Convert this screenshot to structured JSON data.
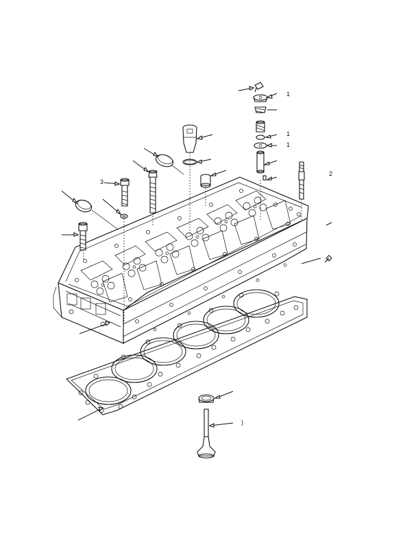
{
  "figure": {
    "callouts": [
      {
        "id": "valve-stem-tip",
        "text": ""
      },
      {
        "id": "rotator",
        "text": "1"
      },
      {
        "id": "spring-top",
        "text": ""
      },
      {
        "id": "keeper",
        "text": "1"
      },
      {
        "id": "spring-seat",
        "text": "1"
      },
      {
        "id": "valve-guide",
        "text": ""
      },
      {
        "id": "dowel",
        "text": ""
      },
      {
        "id": "injector-sleeve",
        "text": ""
      },
      {
        "id": "oring",
        "text": ""
      },
      {
        "id": "plug-cup-center",
        "text": ""
      },
      {
        "id": "cup-plug-top",
        "text": ""
      },
      {
        "id": "long-bolt",
        "text": ""
      },
      {
        "id": "flange-bolt",
        "text": "3"
      },
      {
        "id": "expansion-plug",
        "text": ""
      },
      {
        "id": "washer",
        "text": ""
      },
      {
        "id": "short-bolt",
        "text": ""
      },
      {
        "id": "glow-stud",
        "text": "2"
      },
      {
        "id": "side-right-1",
        "text": ""
      },
      {
        "id": "side-right-2",
        "text": ""
      },
      {
        "id": "cylinder-head",
        "text": ""
      },
      {
        "id": "head-gasket",
        "text": ""
      },
      {
        "id": "valve-seat",
        "text": ""
      },
      {
        "id": "valve",
        "text": ")"
      }
    ]
  }
}
